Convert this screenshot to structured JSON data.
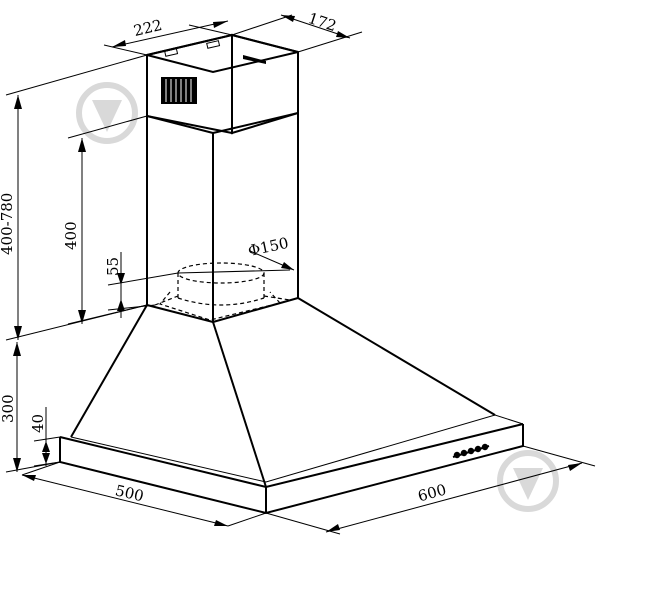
{
  "dimensions": {
    "chimney_width": "222",
    "chimney_depth": "172",
    "chimney_height_range": "400-780",
    "chimney_upper_height": "400",
    "duct_collar_height": "55",
    "duct_diameter": "Φ150",
    "canopy_height": "300",
    "rim_height": "40",
    "hood_depth": "500",
    "hood_width": "600"
  },
  "colors": {
    "line": "#000000",
    "watermark": "#d9d9d9",
    "background": "#ffffff"
  },
  "icons": {
    "control_buttons": "button-row-icon",
    "vent_grille": "vent-grille-icon",
    "watermark": "watermark-logo-icon"
  }
}
